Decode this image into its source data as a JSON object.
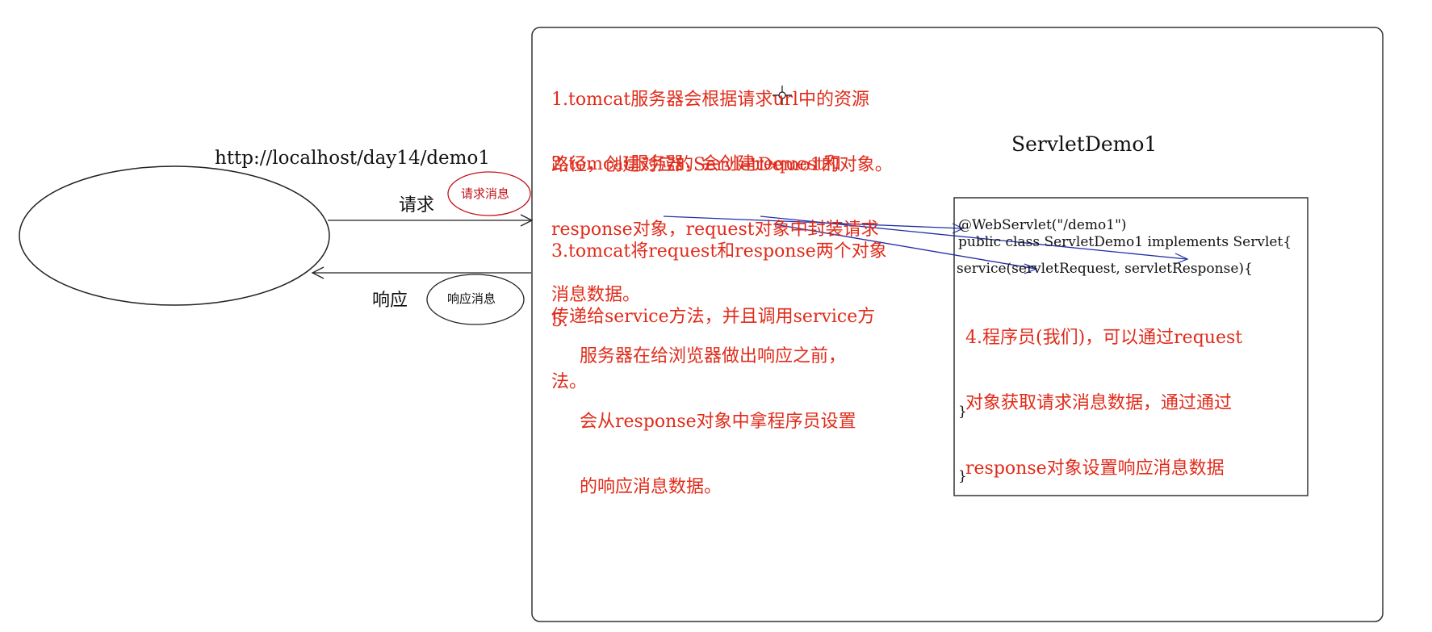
{
  "url": "http://localhost/day14/demo1",
  "request_label": "请求",
  "request_bubble": "请求消息",
  "response_label": "响应",
  "response_bubble": "响应消息",
  "server_box_title": "ServletDemo1",
  "steps": {
    "s1": [
      "1.tomcat服务器会根据请求url中的资源",
      "路径，创建对应的ServletDemo1的对象。"
    ],
    "s2": [
      "2.tomcat服务器，会创建request和",
      "response对象，request对象中封装请求",
      "消息数据。"
    ],
    "s3": [
      "3.tomcat将request和response两个对象",
      "传递给service方法，并且调用service方",
      "法。"
    ],
    "s5_number": "5.",
    "s5": [
      "服务器在给浏览器做出响应之前，",
      "会从response对象中拿程序员设置",
      "的响应消息数据。"
    ],
    "s4": [
      "4.程序员(我们)，可以通过request",
      "对象获取请求消息数据，通过通过",
      "response对象设置响应消息数据"
    ]
  },
  "code": {
    "annotation": "@WebServlet(\"/demo1\")",
    "class_decl": "public class ServletDemo1 implements Servlet{",
    "method_decl": "service(servletRequest, servletResponse){",
    "close_method": "}",
    "close_class": "}"
  },
  "colors": {
    "step_text": "#e02b1a",
    "arrow_blue": "#1f2fa8",
    "bubble_red": "#c0131a",
    "line": "#222222"
  },
  "icons": {
    "cursor": "crosshair-cursor-icon"
  }
}
